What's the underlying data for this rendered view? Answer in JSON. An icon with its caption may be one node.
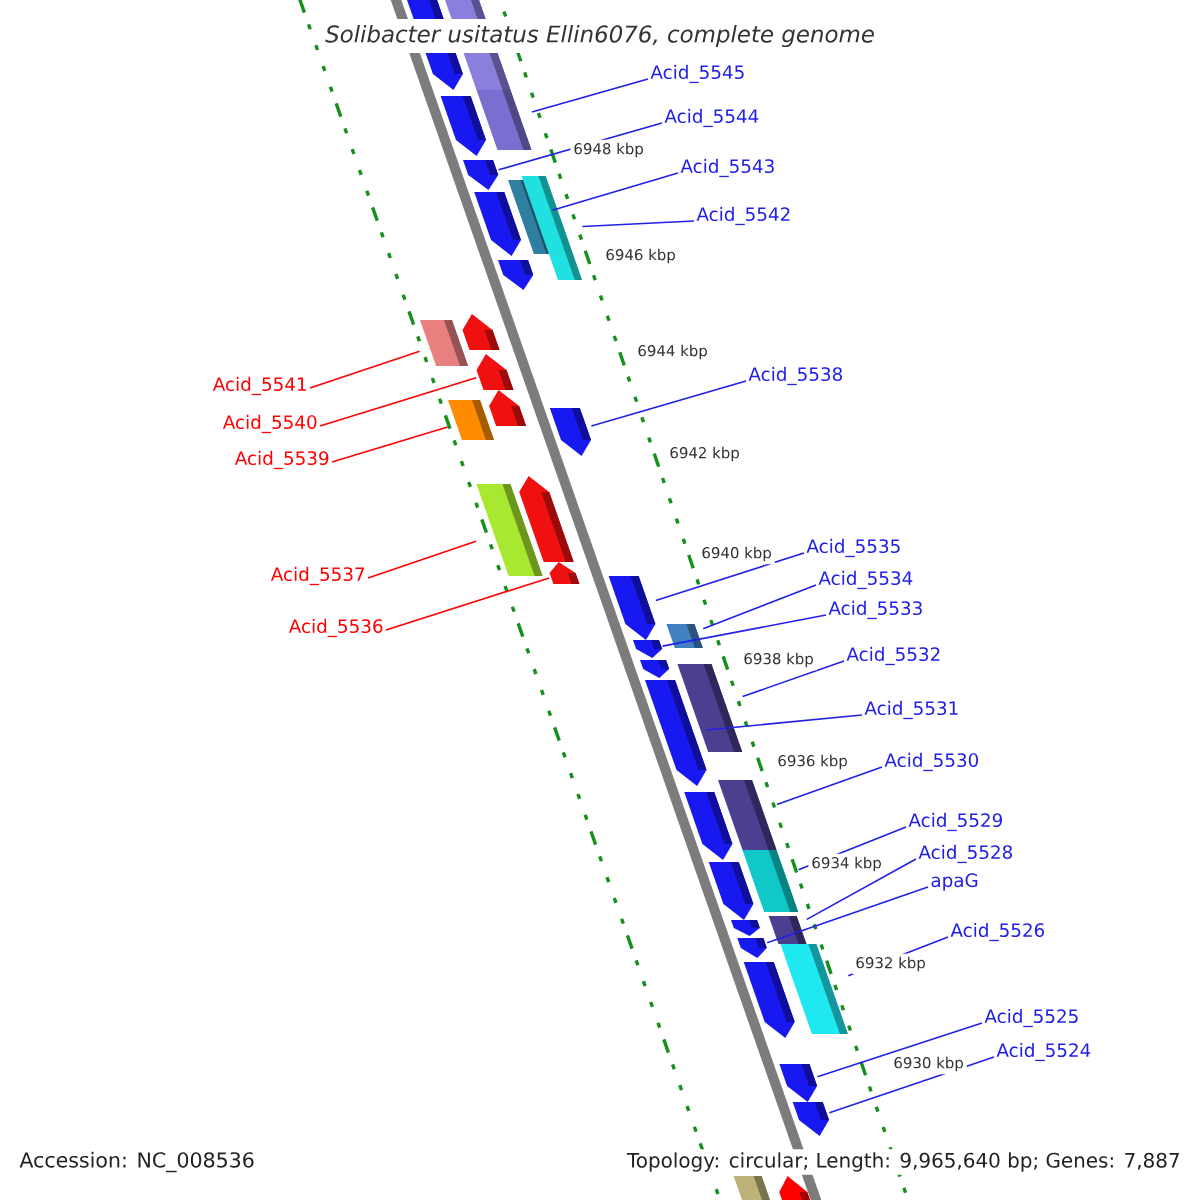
{
  "diagram": {
    "title": "Solibacter usitatus Ellin6076, complete genome",
    "nodes": [
      {
        "text": [
          "Acid_5545"
        ]
      },
      {
        "text": [
          "Acid_5544"
        ]
      },
      {
        "text": [
          "Acid_5543"
        ]
      },
      {
        "text": [
          "Acid_5542"
        ]
      },
      {
        "text": [
          "Acid_5541"
        ]
      },
      {
        "text": [
          "Acid_5540"
        ]
      },
      {
        "text": [
          "Acid_5539"
        ]
      },
      {
        "text": [
          "Acid_5538"
        ]
      },
      {
        "text": [
          "Acid_5537"
        ]
      },
      {
        "text": [
          "Acid_5536"
        ]
      },
      {
        "text": [
          "Acid_5535"
        ]
      },
      {
        "text": [
          "Acid_5534"
        ]
      },
      {
        "text": [
          "Acid_5533"
        ]
      },
      {
        "text": [
          "Acid_5532"
        ]
      },
      {
        "text": [
          "Acid_5531"
        ]
      },
      {
        "text": [
          "Acid_5530"
        ]
      },
      {
        "text": [
          "Acid_5529"
        ]
      },
      {
        "text": [
          "Acid_5528"
        ]
      },
      {
        "text": [
          "apaG"
        ]
      },
      {
        "text": [
          "Acid_5526"
        ]
      },
      {
        "text": [
          "Acid_5525"
        ]
      },
      {
        "text": [
          "Acid_5524"
        ]
      },
      {
        "text": [],
        "shape": "arrow"
      },
      {
        "text": [],
        "shape": "box"
      },
      {
        "text": [],
        "shape": "box"
      },
      {
        "text": [],
        "shape": "arrow"
      },
      {
        "text": [],
        "shape": "arrow"
      },
      {
        "text": [],
        "shape": "box"
      },
      {
        "text": [],
        "shape": "box"
      },
      {
        "text": [],
        "shape": "arrow"
      },
      {
        "text": [],
        "shape": "arrow"
      },
      {
        "text": [],
        "shape": "arrow"
      },
      {
        "text": [],
        "shape": "box"
      },
      {
        "text": [],
        "shape": "arrow"
      },
      {
        "text": [],
        "shape": "arrow"
      },
      {
        "text": [],
        "shape": "box"
      },
      {
        "text": [],
        "shape": "arrow"
      },
      {
        "text": [],
        "shape": "arrow"
      },
      {
        "text": [],
        "shape": "box"
      },
      {
        "text": [],
        "shape": "arrow"
      },
      {
        "text": [],
        "shape": "arrow"
      },
      {
        "text": [],
        "shape": "box"
      },
      {
        "text": [],
        "shape": "arrow"
      },
      {
        "text": [],
        "shape": "arrow"
      },
      {
        "text": [],
        "shape": "box"
      },
      {
        "text": [],
        "shape": "arrow"
      },
      {
        "text": [],
        "shape": "box"
      },
      {
        "text": [],
        "shape": "arrow"
      },
      {
        "text": [],
        "shape": "box"
      },
      {
        "text": [],
        "shape": "arrow"
      },
      {
        "text": [],
        "shape": "box"
      },
      {
        "text": [],
        "shape": "arrow"
      },
      {
        "text": [],
        "shape": "arrow"
      },
      {
        "text": [],
        "shape": "box"
      },
      {
        "text": [],
        "shape": "arrow"
      },
      {
        "text": [],
        "shape": "arrow"
      },
      {
        "text": [],
        "shape": "arrow"
      },
      {
        "text": [],
        "shape": "box"
      },
      {
        "text": [],
        "shape": "arrow"
      }
    ],
    "edges": [
      {
        "from": 0,
        "to": 24,
        "arrow": "none"
      },
      {
        "from": 1,
        "to": 26,
        "arrow": "none"
      },
      {
        "from": 2,
        "to": 28,
        "arrow": "none"
      },
      {
        "from": 3,
        "to": 27,
        "arrow": "none"
      },
      {
        "from": 4,
        "to": 32,
        "arrow": "none",
        "color": "#ff0000"
      },
      {
        "from": 5,
        "to": 33,
        "arrow": "none",
        "color": "#ff0000"
      },
      {
        "from": 6,
        "to": 35,
        "arrow": "none",
        "color": "#ff0000"
      },
      {
        "from": 7,
        "to": 36,
        "arrow": "none"
      },
      {
        "from": 8,
        "to": 38,
        "arrow": "none",
        "color": "#ff0000"
      },
      {
        "from": 9,
        "to": 39,
        "arrow": "none",
        "color": "#ff0000"
      },
      {
        "from": 10,
        "to": 40,
        "arrow": "none"
      },
      {
        "from": 11,
        "to": 41,
        "arrow": "none"
      },
      {
        "from": 12,
        "to": 42,
        "arrow": "none"
      },
      {
        "from": 13,
        "to": 44,
        "arrow": "none"
      },
      {
        "from": 14,
        "to": 45,
        "arrow": "none"
      },
      {
        "from": 15,
        "to": 46,
        "arrow": "none"
      },
      {
        "from": 16,
        "to": 48,
        "arrow": "none"
      },
      {
        "from": 17,
        "to": 50,
        "arrow": "none"
      },
      {
        "from": 18,
        "to": 52,
        "arrow": "none"
      },
      {
        "from": 19,
        "to": 53,
        "arrow": "none"
      },
      {
        "from": 20,
        "to": 55,
        "arrow": "none"
      },
      {
        "from": 21,
        "to": 56,
        "arrow": "none"
      }
    ],
    "labels": [
      "6948 kbp",
      "6946 kbp",
      "6944 kbp",
      "6942 kbp",
      "6940 kbp",
      "6938 kbp",
      "6936 kbp",
      "6934 kbp",
      "6932 kbp",
      "6930 kbp",
      "Accession: NC_008536",
      "Topology: circular; Length: 9,965,640 bp; Genes: 7,887"
    ]
  }
}
